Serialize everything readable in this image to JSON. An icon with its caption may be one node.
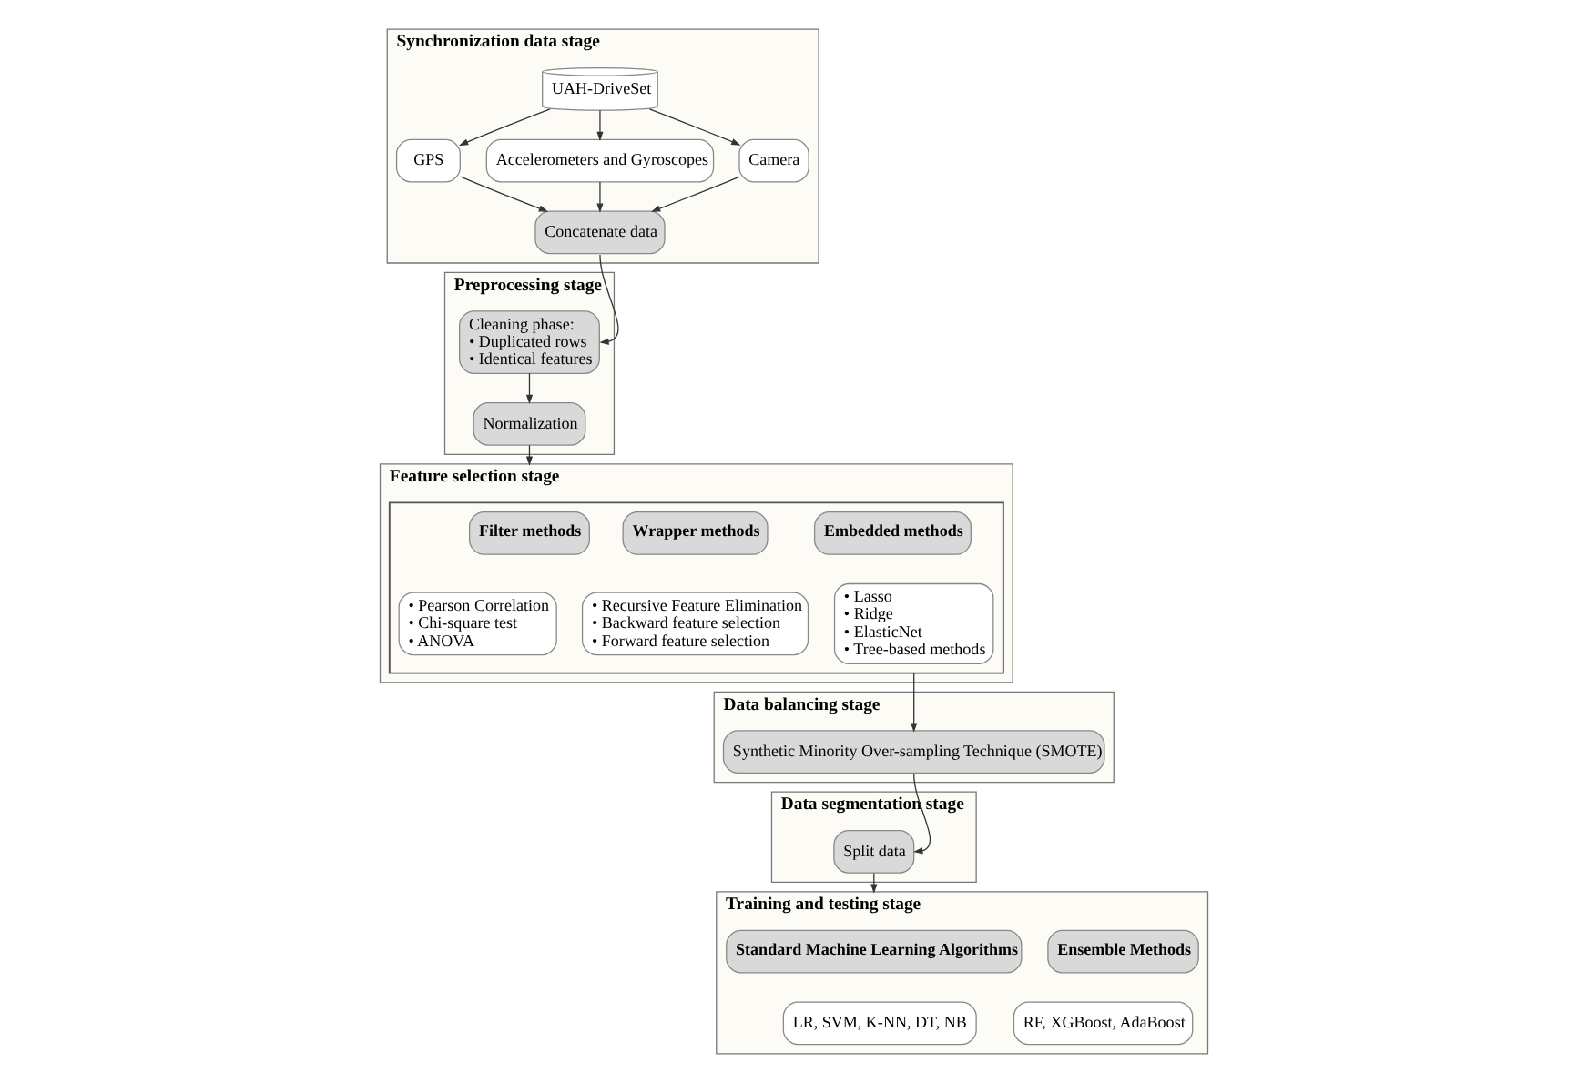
{
  "diagram": {
    "nodes": [
      {
        "text": [
          "Synchronization data stage"
        ]
      },
      {
        "text": [
          "UAH-DriveSet"
        ],
        "in": 0
      },
      {
        "text": [
          "GPS"
        ],
        "in": 0
      },
      {
        "text": [
          "Accelerometers and Gyroscopes"
        ],
        "in": 0
      },
      {
        "text": [
          "Camera"
        ],
        "in": 0
      },
      {
        "text": [
          "Concatenate data"
        ],
        "in": 0
      },
      {
        "text": [
          "Preprocessing stage"
        ]
      },
      {
        "text": [
          "Cleaning phase:",
          "• Duplicated rows",
          "• Identical features"
        ],
        "in": 6
      },
      {
        "text": [
          "Normalization"
        ],
        "in": 6
      },
      {
        "text": [
          "Feature selection stage"
        ]
      },
      {
        "text": [],
        "shape": "box",
        "in": 9
      },
      {
        "text": [
          "Filter methods"
        ],
        "in": 10
      },
      {
        "text": [
          "• Pearson Correlation",
          "• Chi-square test",
          "• ANOVA"
        ],
        "in": 10
      },
      {
        "text": [
          "Wrapper methods"
        ],
        "in": 10
      },
      {
        "text": [
          "• Recursive Feature Elimination",
          "• Backward feature selection",
          "• Forward feature selection"
        ],
        "in": 10
      },
      {
        "text": [
          "Embedded methods"
        ],
        "in": 10
      },
      {
        "text": [
          "• Lasso",
          "• Ridge",
          "• ElasticNet",
          "• Tree-based methods"
        ],
        "in": 10
      },
      {
        "text": [
          "Data balancing stage"
        ]
      },
      {
        "text": [
          "Synthetic Minority Over-sampling Technique (SMOTE)"
        ],
        "in": 17
      },
      {
        "text": [
          "Data segmentation stage"
        ]
      },
      {
        "text": [
          "Split data"
        ],
        "in": 19
      },
      {
        "text": [
          "Training and testing stage"
        ]
      },
      {
        "text": [
          "Standard Machine Learning Algorithms"
        ],
        "in": 21
      },
      {
        "text": [
          "LR, SVM, K-NN, DT, NB"
        ],
        "in": 21
      },
      {
        "text": [
          "Ensemble Methods"
        ],
        "in": 21
      },
      {
        "text": [
          "RF, XGBoost, AdaBoost"
        ],
        "in": 21
      }
    ],
    "edges": [
      {
        "from": 1,
        "to": 2,
        "arrow": "to"
      },
      {
        "from": 1,
        "to": 3,
        "arrow": "to"
      },
      {
        "from": 1,
        "to": 4,
        "arrow": "to"
      },
      {
        "from": 2,
        "to": 5,
        "arrow": "to"
      },
      {
        "from": 3,
        "to": 5,
        "arrow": "to"
      },
      {
        "from": 4,
        "to": 5,
        "arrow": "to"
      },
      {
        "from": 5,
        "to": 7,
        "arrow": "to"
      },
      {
        "from": 7,
        "to": 8,
        "arrow": "to"
      },
      {
        "from": 8,
        "to": 9,
        "arrow": "to"
      },
      {
        "from": 10,
        "to": 18,
        "arrow": "to"
      },
      {
        "from": 18,
        "to": 20,
        "arrow": "to"
      },
      {
        "from": 20,
        "to": 21,
        "arrow": "to"
      }
    ]
  }
}
